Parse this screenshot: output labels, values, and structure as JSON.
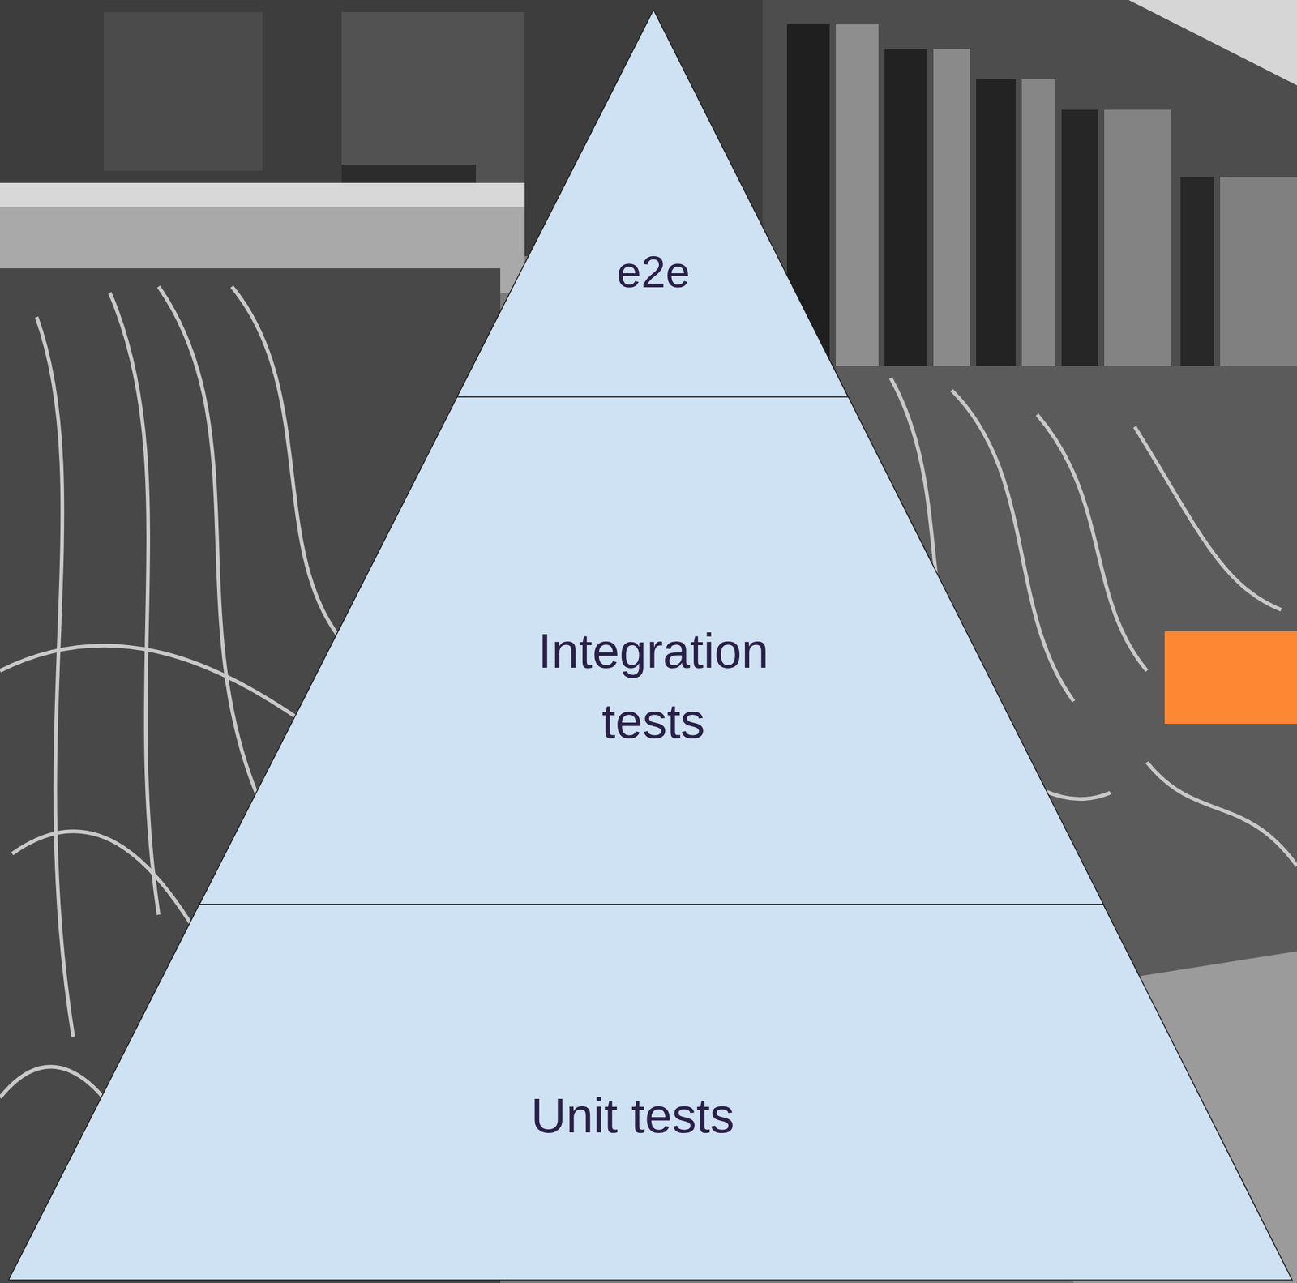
{
  "diagram": {
    "nodes": [
      {
        "text": [
          "e2e"
        ]
      },
      {
        "text": [
          "Integration tests"
        ]
      },
      {
        "text": [
          "Unit tests"
        ]
      }
    ]
  }
}
